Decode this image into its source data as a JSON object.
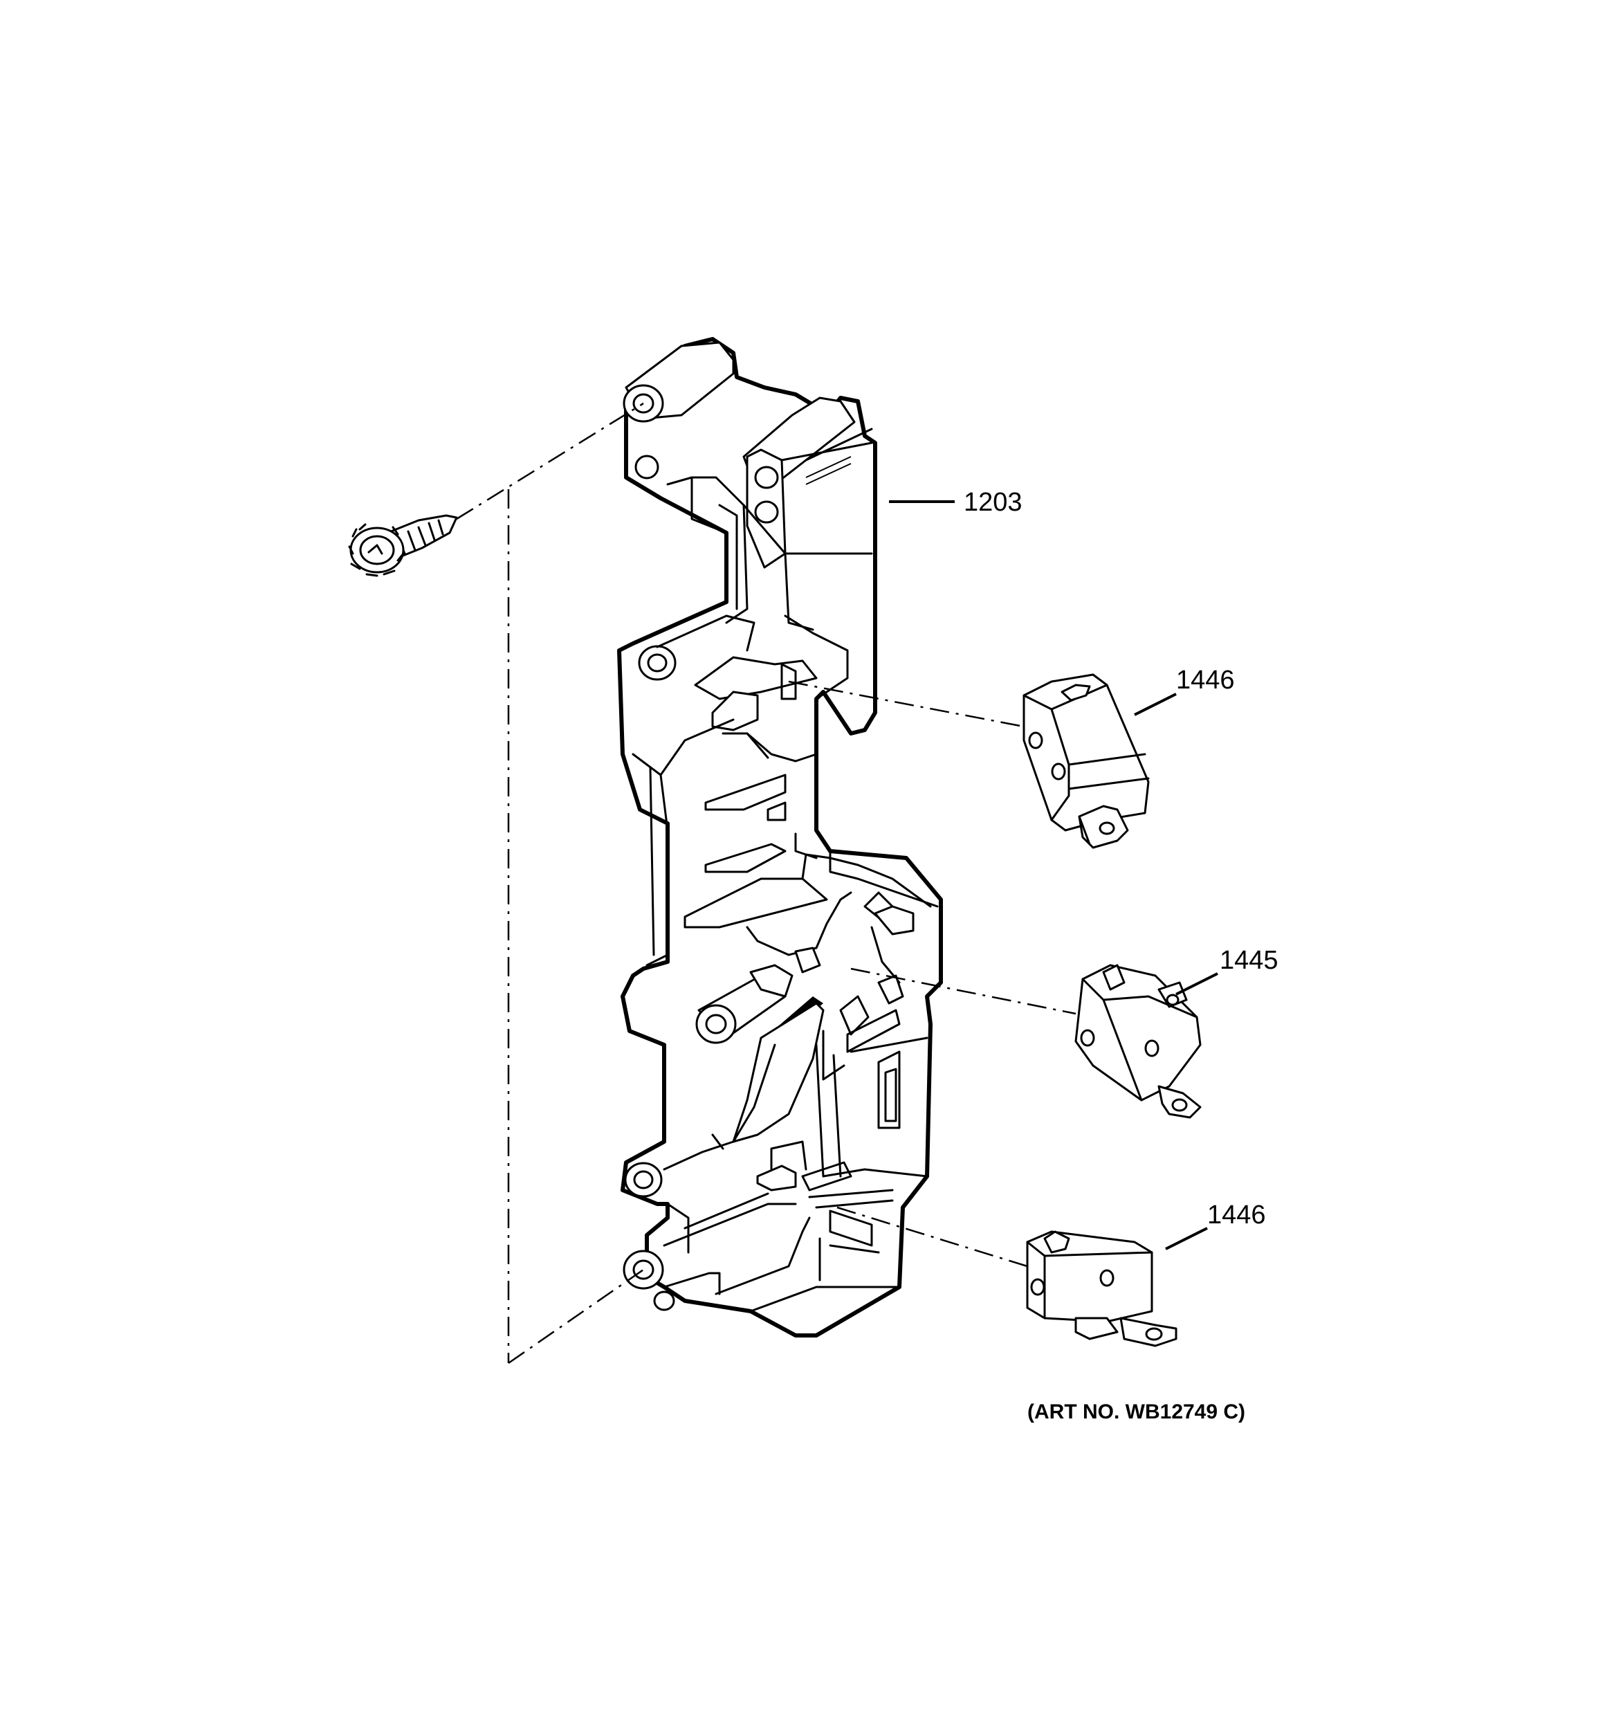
{
  "diagram": {
    "callouts": [
      {
        "id": "bracket",
        "label": "1203"
      },
      {
        "id": "switch_top",
        "label": "1446"
      },
      {
        "id": "switch_middle",
        "label": "1445"
      },
      {
        "id": "switch_bottom",
        "label": "1446"
      }
    ],
    "art_number": "(ART NO. WB12749 C)"
  }
}
